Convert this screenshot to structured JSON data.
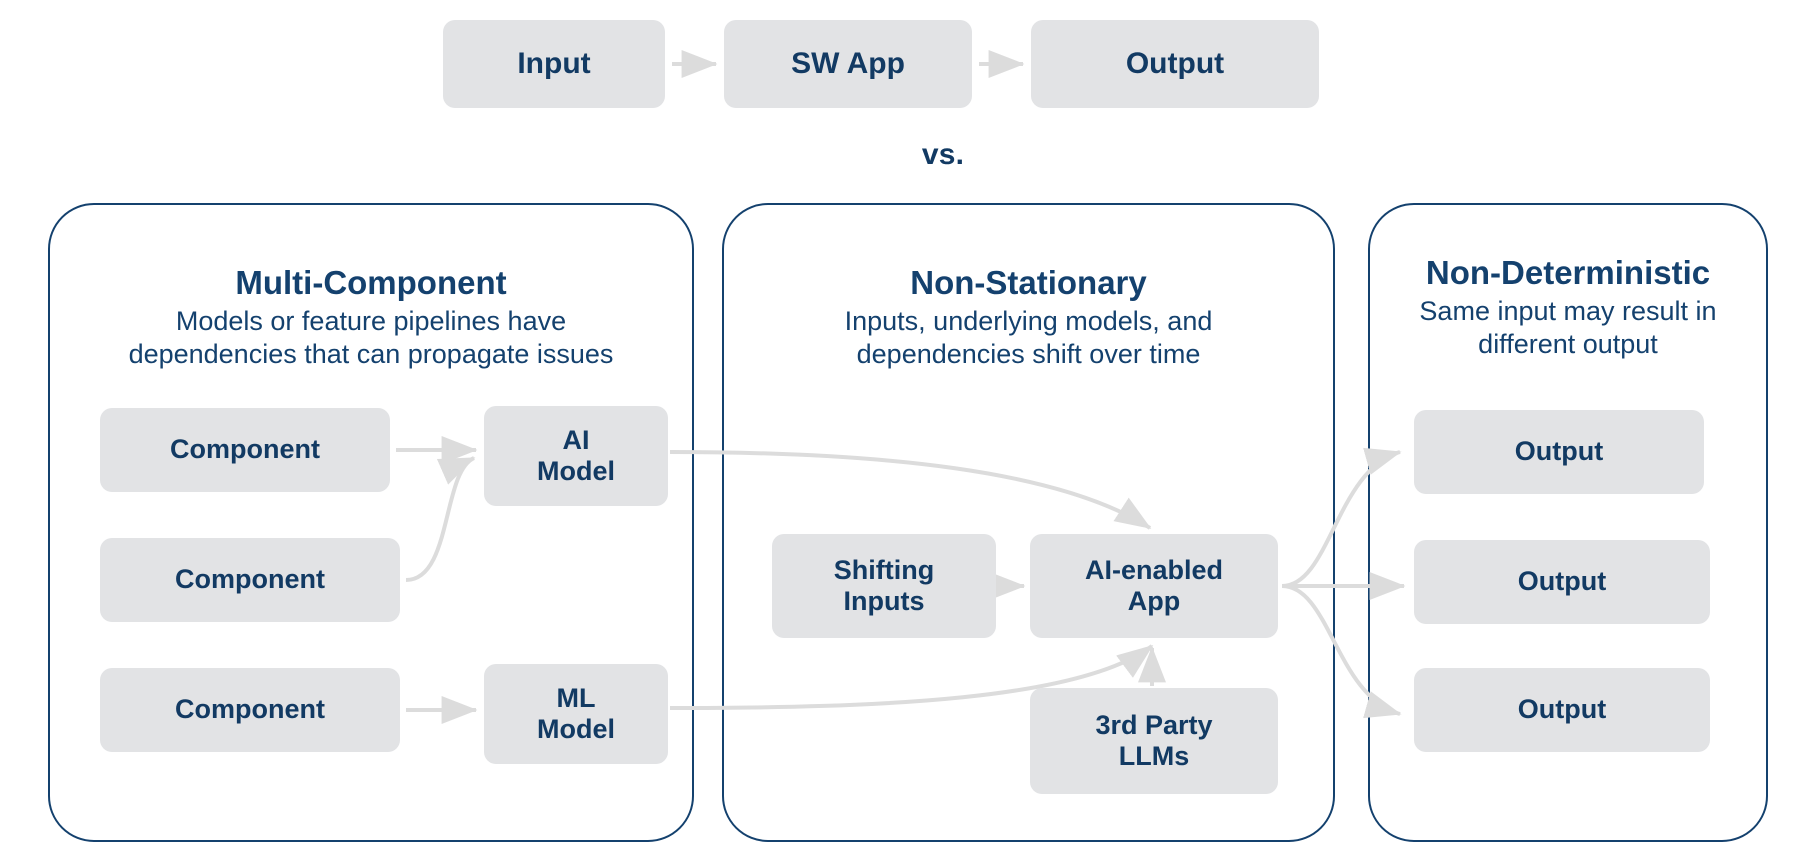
{
  "top_flow": {
    "input_label": "Input",
    "sw_app_label": "SW App",
    "output_label": "Output"
  },
  "vs_label": "vs.",
  "panels": [
    {
      "id": "multi-component",
      "title": "Multi-Component",
      "description": "Models or feature pipelines have\ndependencies that can propagate issues",
      "nodes": [
        {
          "id": "component-1",
          "label": "Component"
        },
        {
          "id": "component-2",
          "label": "Component"
        },
        {
          "id": "component-3",
          "label": "Component"
        },
        {
          "id": "ai-model",
          "label": "AI\nModel"
        },
        {
          "id": "ml-model",
          "label": "ML\nModel"
        }
      ]
    },
    {
      "id": "non-stationary",
      "title": "Non-Stationary",
      "description": "Inputs, underlying models, and\ndependencies shift over time",
      "nodes": [
        {
          "id": "shifting-inputs",
          "label": "Shifting\nInputs"
        },
        {
          "id": "ai-enabled-app",
          "label": "AI-enabled\nApp"
        },
        {
          "id": "third-party-llms",
          "label": "3rd Party\nLLMs"
        }
      ]
    },
    {
      "id": "non-deterministic",
      "title": "Non-Deterministic",
      "description": "Same input may result in\ndifferent output",
      "nodes": [
        {
          "id": "output-1",
          "label": "Output"
        },
        {
          "id": "output-2",
          "label": "Output"
        },
        {
          "id": "output-3",
          "label": "Output"
        }
      ]
    }
  ],
  "colors": {
    "brand_navy": "#14416e",
    "text_navy": "#123a63",
    "chip_fill": "#e2e3e5",
    "arrow_gray": "#dcdcdc",
    "background": "#ffffff"
  }
}
